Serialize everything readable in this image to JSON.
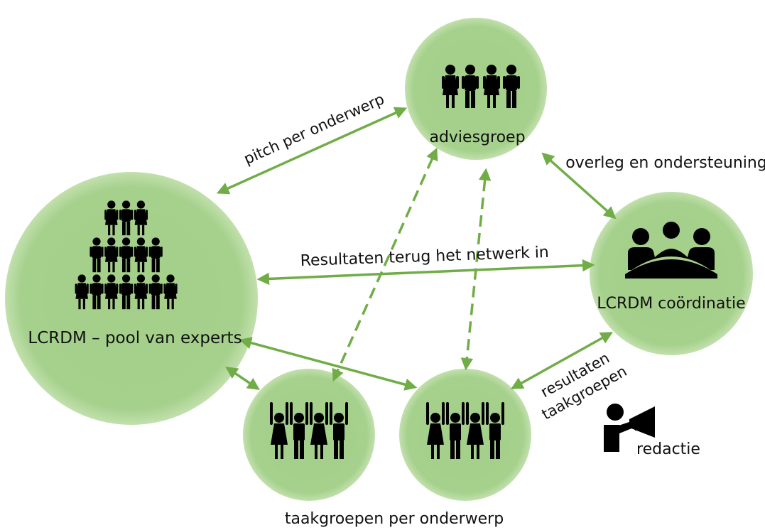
{
  "colors": {
    "circle_fill": "#a6d18d",
    "circle_edge": "#c9e3b8",
    "arrow": "#70ad47",
    "figure": "#000000"
  },
  "nodes": {
    "pool": {
      "label": "LCRDM – pool van experts",
      "icon": "people-pyramid-icon"
    },
    "advies": {
      "label": "adviesgroep",
      "icon": "group-of-four-icon"
    },
    "coord": {
      "label": "LCRDM coördinatie",
      "icon": "meeting-table-icon"
    },
    "task_left": {
      "label": "",
      "icon": "cheering-team-icon"
    },
    "task_right": {
      "label": "",
      "icon": "cheering-team-icon"
    }
  },
  "edges": {
    "pitch": "pitch per onderwerp",
    "overleg": "overleg en ondersteuning",
    "resultaten_netwerk": "Resultaten terug het netwerk in",
    "resultaten_taakgroepen_line1": "resultaten",
    "resultaten_taakgroepen_line2": "taakgroepen"
  },
  "redactie": {
    "label": "redactie",
    "icon": "megaphone-person-icon"
  },
  "footer": {
    "label": "taakgroepen per onderwerp"
  }
}
